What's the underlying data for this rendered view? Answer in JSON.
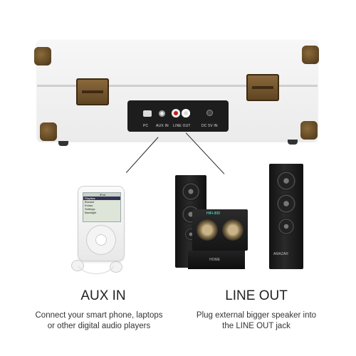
{
  "player": {
    "ports": {
      "pc": "PC",
      "aux_in": "AUX IN",
      "line_out": "LINE OUT",
      "dc": "DC 5V IN"
    }
  },
  "ipod": {
    "title": "iPod",
    "menu": [
      "Playlists",
      "Browse",
      "Extras",
      "Settings",
      "Backlight"
    ],
    "selected_index": 0
  },
  "speakers": {
    "brand_left": "HOME",
    "brand_right": "AMAZAR",
    "display": "HiFi-300"
  },
  "captions": {
    "aux_in": {
      "title": "AUX IN",
      "line1": "Connect your smart phone, laptops",
      "line2": "or other digital audio players"
    },
    "line_out": {
      "title": "LINE OUT",
      "line1": "Plug external bigger speaker into",
      "line2": "the LINE OUT jack"
    }
  }
}
